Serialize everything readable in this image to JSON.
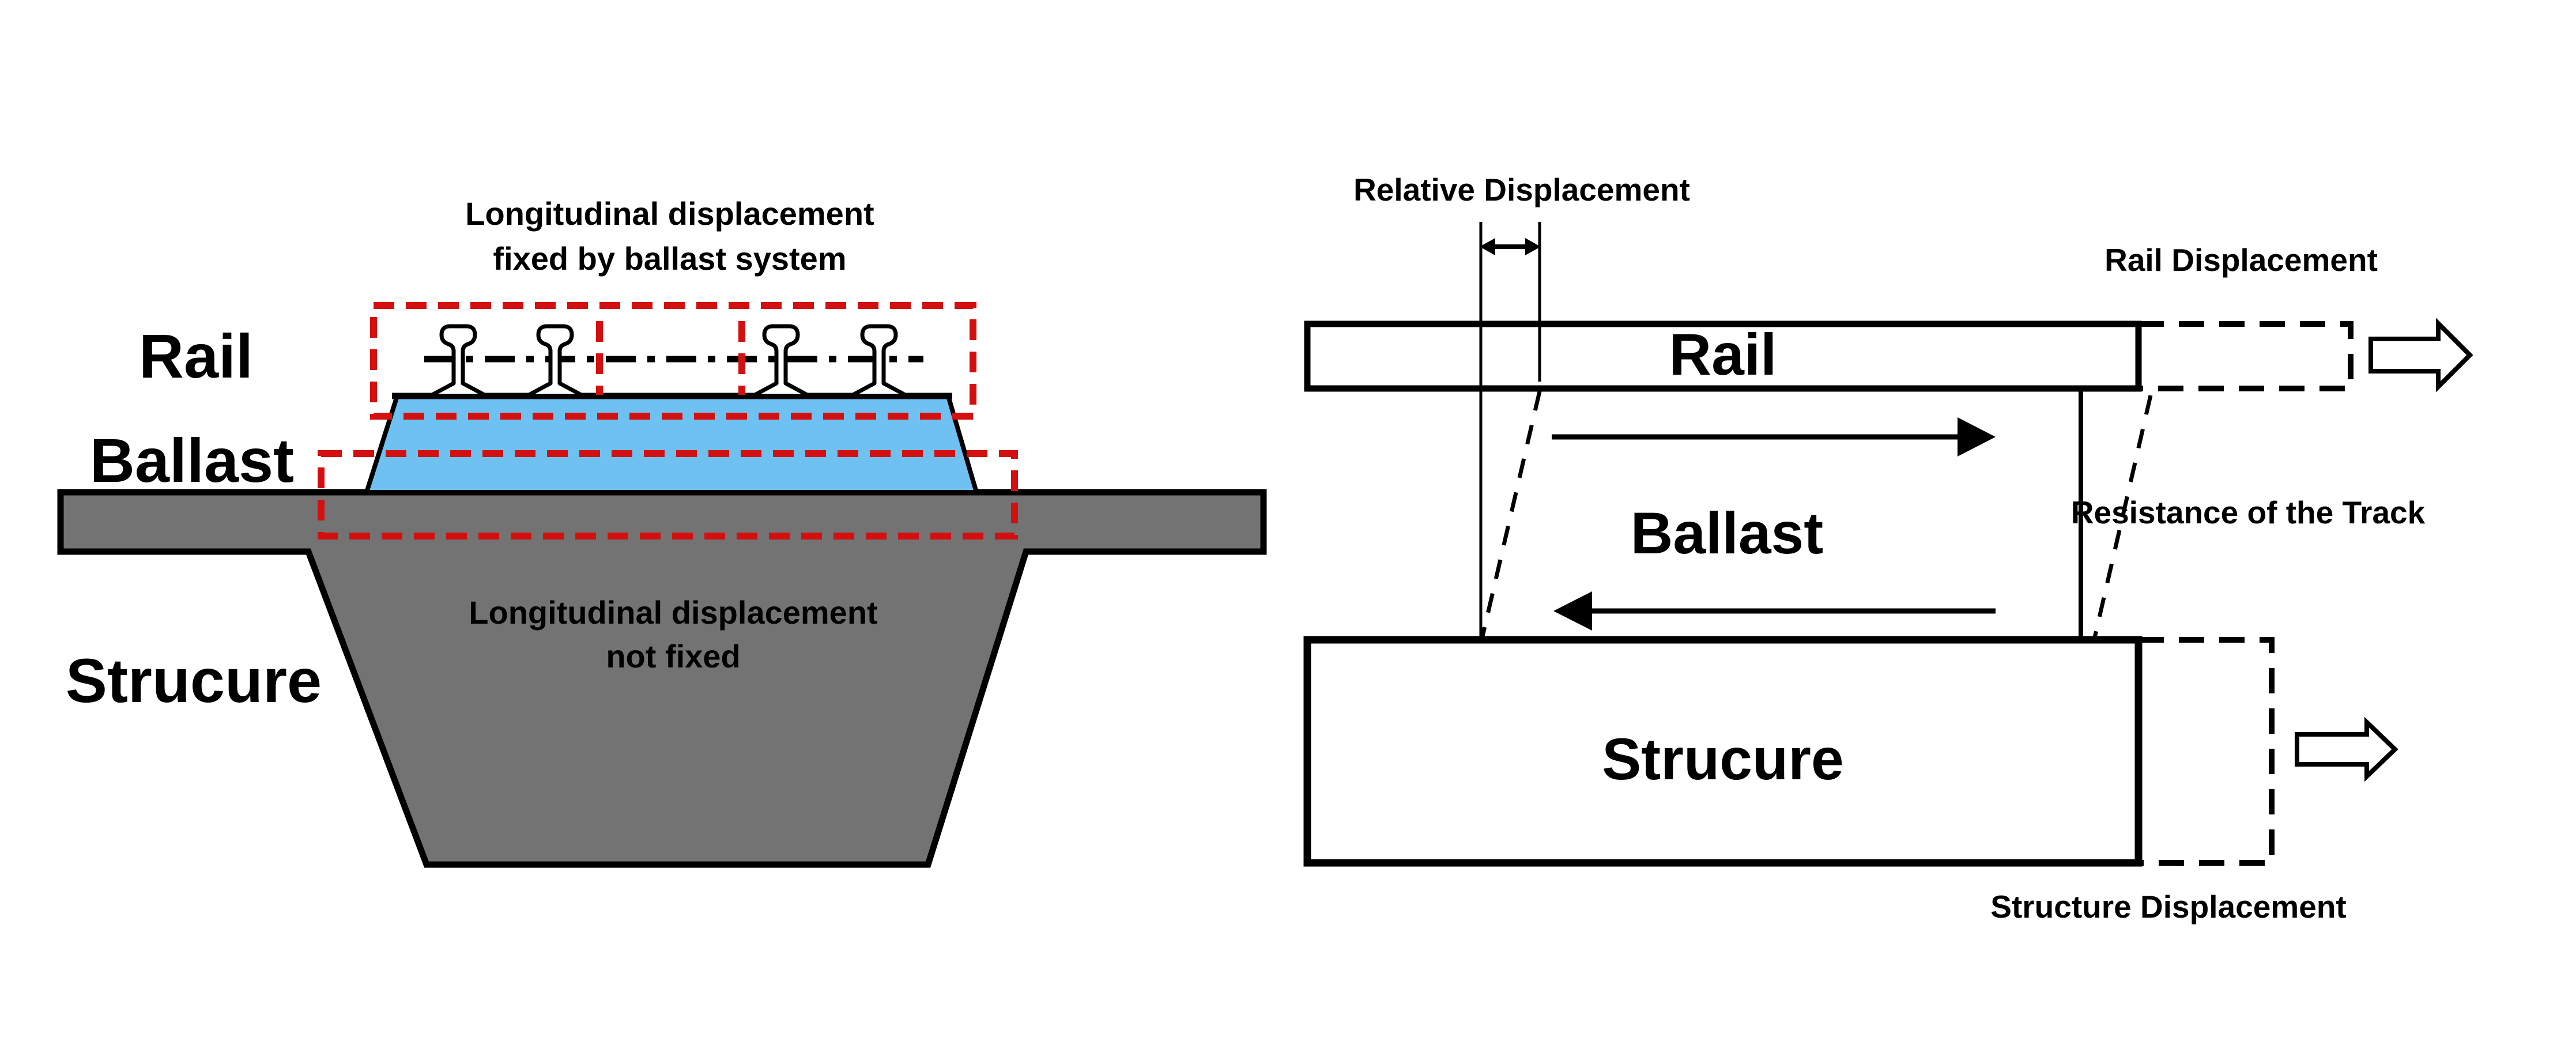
{
  "colors": {
    "highlight_red": "#D40F0F",
    "ballast_blue": "#6FC1F2",
    "structure_gray": "#737373",
    "ink_black": "#000000"
  },
  "left_diagram": {
    "title_line1": "Longitudinal displacement",
    "title_line2": "fixed by ballast system",
    "rail_label": "Rail",
    "ballast_label": "Ballast",
    "structure_label": "Strucure",
    "note_line1": "Longitudinal displacement",
    "note_line2": "not fixed"
  },
  "right_diagram": {
    "relative_displacement_label": "Relative Displacement",
    "rail_displacement_label": "Rail Displacement",
    "rail_box_label": "Rail",
    "ballast_label": "Ballast",
    "resistance_label": "Resistance of the Track",
    "structure_box_label": "Strucure",
    "structure_displacement_label": "Structure Displacement"
  }
}
